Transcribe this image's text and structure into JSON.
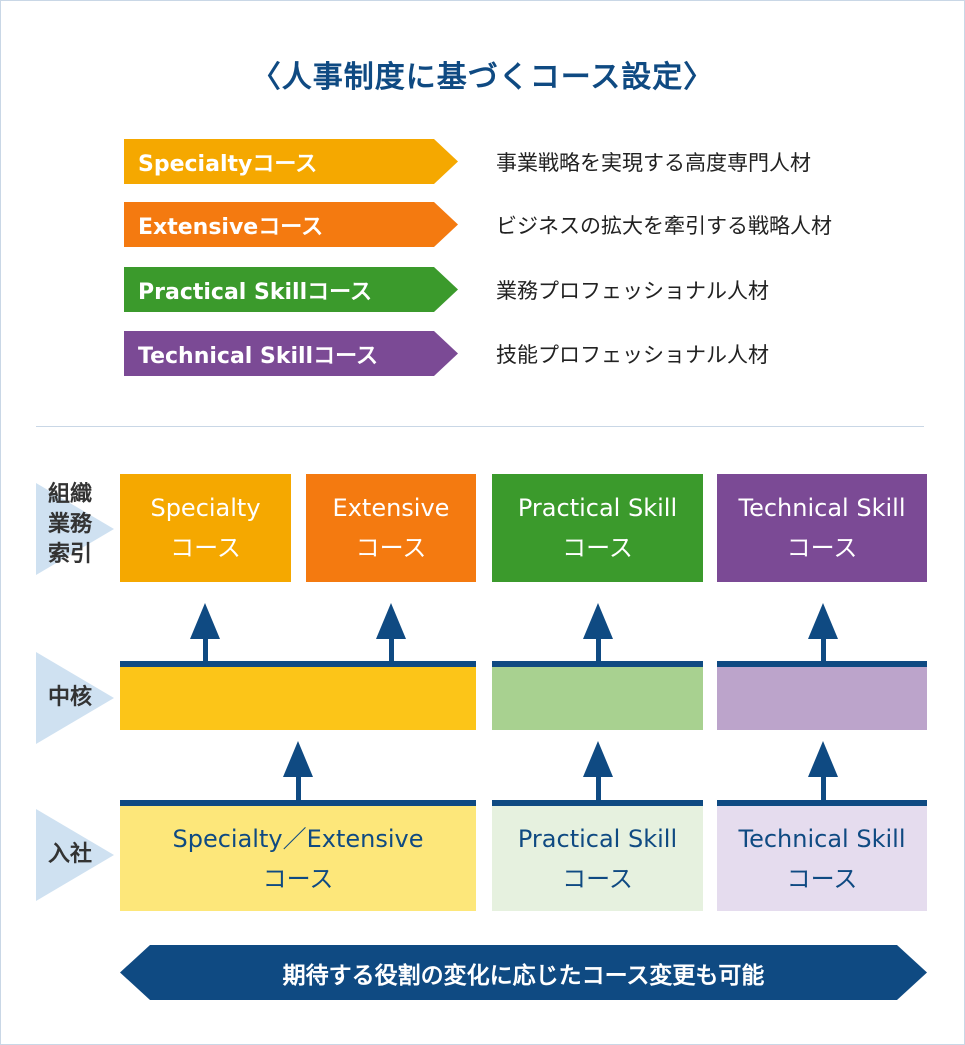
{
  "title": "〈人事制度に基づくコース設定〉",
  "legend": [
    {
      "name": "Specialtyコース",
      "desc": "事業戦略を実現する高度専門人材",
      "color": "#f5a800"
    },
    {
      "name": "Extensiveコース",
      "desc": "ビジネスの拡大を牽引する戦略人材",
      "color": "#f47a10"
    },
    {
      "name": "Practical Skillコース",
      "desc": "業務プロフェッショナル人材",
      "color": "#3b9a2c"
    },
    {
      "name": "Technical Skillコース",
      "desc": "技能プロフェッショナル人材",
      "color": "#7b4a95"
    }
  ],
  "rows": {
    "top": {
      "label_lines": [
        "組織",
        "業務",
        "索引"
      ]
    },
    "middle": {
      "label": "中核"
    },
    "bottom": {
      "label": "入社"
    }
  },
  "top_boxes": [
    {
      "line1": "Specialty",
      "line2": "コース",
      "color": "#f5a800"
    },
    {
      "line1": "Extensive",
      "line2": "コース",
      "color": "#f47a10"
    },
    {
      "line1": "Practical Skill",
      "line2": "コース",
      "color": "#3b9a2c"
    },
    {
      "line1": "Technical Skill",
      "line2": "コース",
      "color": "#7b4a95"
    }
  ],
  "middle_boxes_colors": [
    "#fcc518",
    "#a8d190",
    "#bca4cb"
  ],
  "bottom_boxes": [
    {
      "line1": "Specialty／Extensive",
      "line2": "コース",
      "bg": "#fde77a"
    },
    {
      "line1": "Practical Skill",
      "line2": "コース",
      "bg": "#e6f1df"
    },
    {
      "line1": "Technical Skill",
      "line2": "コース",
      "bg": "#e5dcee"
    }
  ],
  "banner": "期待する役割の変化に応じたコース変更も可能",
  "colors": {
    "navy": "#0f4a82",
    "label_triangle": "#cfe1f1"
  }
}
